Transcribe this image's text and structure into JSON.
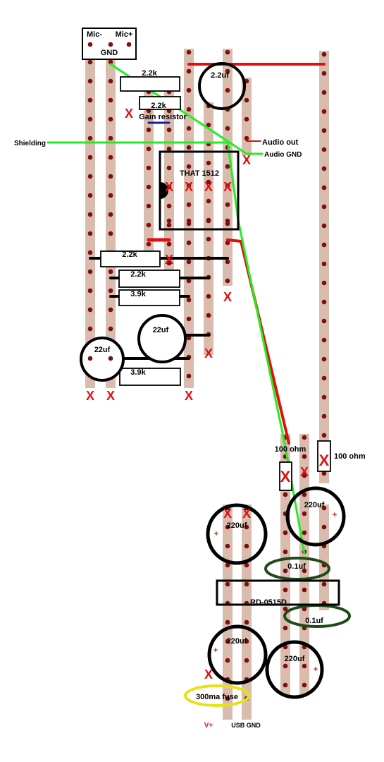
{
  "colors": {
    "strip": "#d9bcae",
    "hole": "#7a1010",
    "red_wire": "#e01010",
    "green_wire": "#22ee22",
    "jumper": "#000000",
    "gain_link": "#1a1aa0",
    "cap_ring": "#000000",
    "small_cap_ring": "#1f4a1a",
    "fuse_ring": "#e6e21a",
    "x_mark": "#e01010"
  },
  "labels": {
    "mic_minus": "Mic-",
    "mic_plus": "Mic+",
    "gnd": "GND",
    "r_2k2_a": "2.2k",
    "r_2k2_b": "2.2k",
    "gain_resistor": "Gain resistor",
    "cap_2u2": "2.2uf",
    "shielding": "Shielding",
    "audio_out": "Audio out",
    "audio_gnd": "Audio GND",
    "ic": "THAT 1512",
    "r_2k2_c": "2.2k",
    "r_2k2_d": "2.2k",
    "r_3k9_a": "3.9k",
    "cap_22u_a": "22uf",
    "cap_22u_b": "22uf",
    "r_3k9_b": "3.9k",
    "r_100_a": "100 ohm",
    "r_100_b": "100 ohm",
    "cap_220u_a": "220uf",
    "cap_220u_b": "220uf",
    "cap_220u_c": "220uf",
    "cap_220u_d": "220uf",
    "cap_0u1_a": "0.1uf",
    "cap_0u1_b": "0.1uf",
    "converter": "RD-0515D",
    "fuse": "300ma fuse",
    "v_plus": "V+",
    "usb_gnd": "USB GND",
    "x": "X",
    "plus": "+"
  }
}
